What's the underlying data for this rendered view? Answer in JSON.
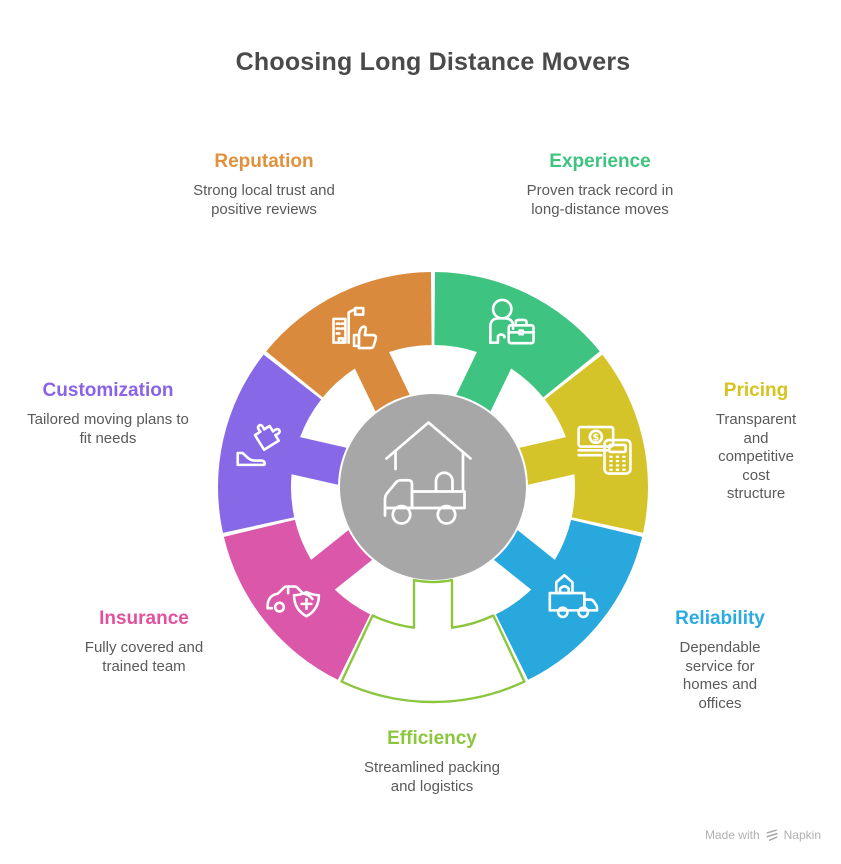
{
  "title": "Choosing Long Distance Movers",
  "theme": {
    "title_color": "#4a4a4a",
    "description_color": "#5a5a5a",
    "watermark_color": "#b0b0b0",
    "background": "#ffffff"
  },
  "diagram": {
    "center": {
      "icon": "moving-truck-house-icon",
      "color": "#a7a7a7",
      "icon_color": "#ffffff"
    },
    "segments": [
      {
        "id": "experience",
        "label": "Experience",
        "description": "Proven track record in\nlong-distance moves",
        "color": "#3ec380",
        "label_color": "#3ec380",
        "icon": "person-briefcase-icon",
        "fill_style": "solid"
      },
      {
        "id": "pricing",
        "label": "Pricing",
        "description": "Transparent and\ncompetitive cost\nstructure",
        "color": "#d5c429",
        "label_color": "#d6c31f",
        "icon": "money-calculator-icon",
        "fill_style": "solid"
      },
      {
        "id": "reliability",
        "label": "Reliability",
        "description": "Dependable service for\nhomes and offices",
        "color": "#29a8de",
        "label_color": "#29abe2",
        "icon": "truck-house-icon",
        "fill_style": "solid"
      },
      {
        "id": "efficiency",
        "label": "Efficiency",
        "description": "Streamlined packing\nand logistics",
        "color": "#8cc63f",
        "label_color": "#8cc63f",
        "icon": "",
        "fill_style": "outline"
      },
      {
        "id": "insurance",
        "label": "Insurance",
        "description": "Fully covered and\ntrained team",
        "color": "#da57a9",
        "label_color": "#e1519e",
        "icon": "car-shield-icon",
        "fill_style": "solid"
      },
      {
        "id": "customization",
        "label": "Customization",
        "description": "Tailored moving plans to\nfit needs",
        "color": "#8768e6",
        "label_color": "#8a63e8",
        "icon": "puzzle-hand-icon",
        "fill_style": "solid"
      },
      {
        "id": "reputation",
        "label": "Reputation",
        "description": "Strong local trust and\npositive reviews",
        "color": "#d98a3d",
        "label_color": "#e0913d",
        "icon": "building-thumbsup-icon",
        "fill_style": "solid"
      }
    ]
  },
  "watermark": {
    "prefix": "Made with",
    "brand": "Napkin"
  }
}
